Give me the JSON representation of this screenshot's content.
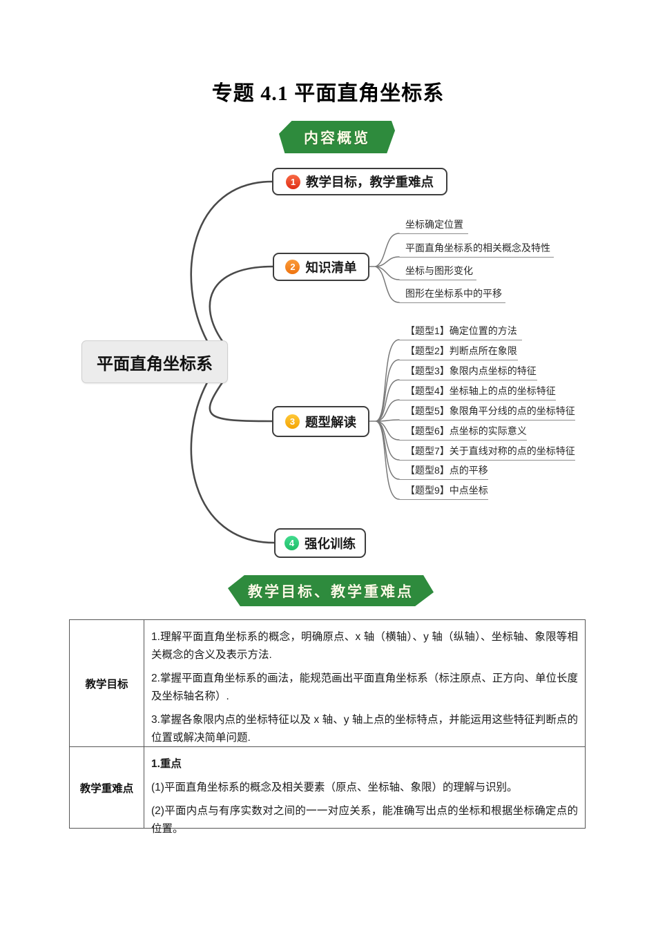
{
  "title": "专题 4.1 平面直角坐标系",
  "banners": {
    "overview": "内容概览",
    "goals": "教学目标、教学重难点"
  },
  "mindmap": {
    "root": "平面直角坐标系",
    "branches": [
      {
        "num": "1",
        "label": "教学目标，教学重难点",
        "color": "#e6402b",
        "children": []
      },
      {
        "num": "2",
        "label": "知识清单",
        "color": "#f5821f",
        "children": [
          "坐标确定位置",
          "平面直角坐标系的相关概念及特性",
          "坐标与图形变化",
          "图形在坐标系中的平移"
        ]
      },
      {
        "num": "3",
        "label": "题型解读",
        "color": "#f8b013",
        "children": [
          "【题型1】确定位置的方法",
          "【题型2】判断点所在象限",
          "【题型3】象限内点坐标的特征",
          "【题型4】坐标轴上的点的坐标特征",
          "【题型5】象限角平分线的点的坐标特征",
          "【题型6】点坐标的实际意义",
          "【题型7】关于直线对称的点的坐标特征",
          "【题型8】点的平移",
          "【题型9】中点坐标"
        ]
      },
      {
        "num": "4",
        "label": "强化训练",
        "color": "#2bc878",
        "children": []
      }
    ]
  },
  "table": {
    "rows": [
      {
        "label": "教学目标",
        "paragraphs": [
          "1.理解平面直角坐标系的概念，明确原点、x 轴（横轴）、y 轴（纵轴）、坐标轴、象限等相关概念的含义及表示方法.",
          "2.掌握平面直角坐标系的画法，能规范画出平面直角坐标系（标注原点、正方向、单位长度及坐标轴名称）.",
          "3.掌握各象限内点的坐标特征以及 x 轴、y 轴上点的坐标特点，并能运用这些特征判断点的位置或解决简单问题."
        ]
      },
      {
        "label": "教学重难点",
        "heading": "1.重点",
        "paragraphs": [
          "(1)平面直角坐标系的概念及相关要素（原点、坐标轴、象限）的理解与识别。",
          "(2)平面内点与有序实数对之间的一一对应关系，能准确写出点的坐标和根据坐标确定点的位置。"
        ]
      }
    ]
  },
  "colors": {
    "banner_green": "#2e8b3d",
    "banner_text": "#fbfbe6",
    "badge_red": "#e6402b",
    "badge_orange": "#f5821f",
    "badge_gold": "#f8b013",
    "badge_green": "#2bc878",
    "node_border": "#3d3d3d",
    "root_fill": "#ececec",
    "branch_line": "#4a4a4a",
    "sub_line": "#787878",
    "table_border": "#555555"
  }
}
